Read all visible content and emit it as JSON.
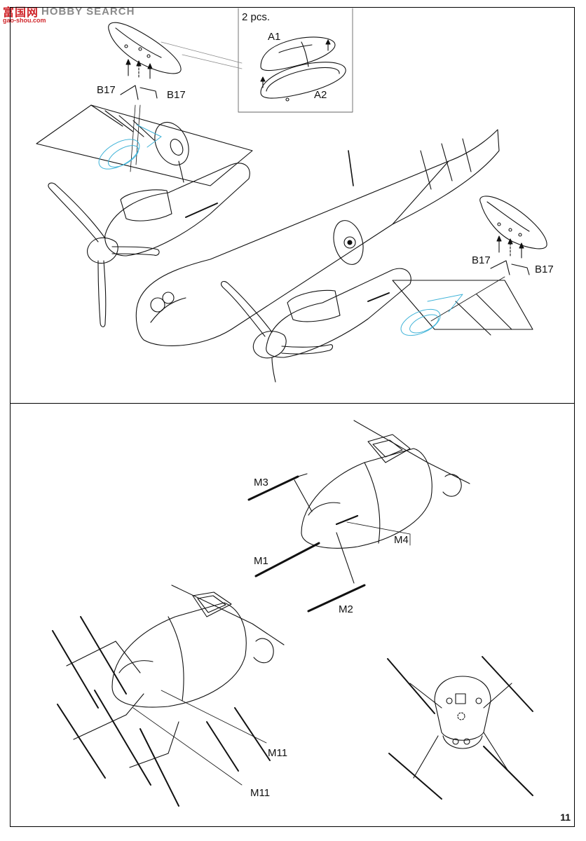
{
  "watermark": {
    "logo": "富国网",
    "site": "HOBBY SEARCH",
    "url": "gao-shou.com"
  },
  "step_top": {
    "inset_quantity": "2 pcs.",
    "parts": {
      "a1": "A1",
      "a2": "A2",
      "b17": "B17"
    }
  },
  "step_bottom": {
    "parts": {
      "m1": "M1",
      "m2": "M2",
      "m3": "M3",
      "m4": "M4",
      "m11": "M11"
    }
  },
  "page_number": "11",
  "colors": {
    "line": "#111111",
    "highlight": "#3fb3d8",
    "frame": "#000000"
  }
}
